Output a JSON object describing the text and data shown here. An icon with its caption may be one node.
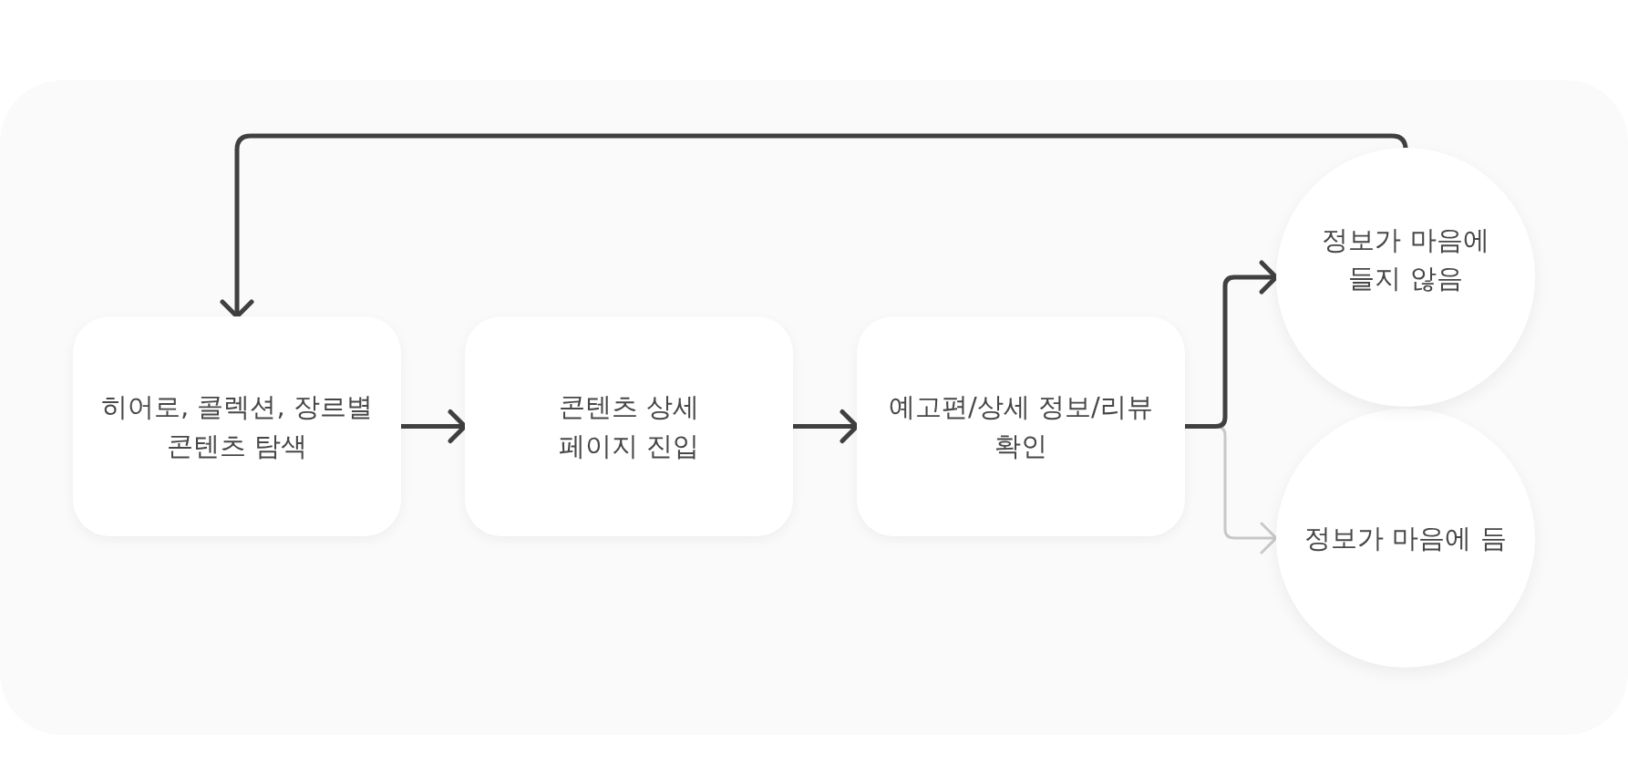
{
  "diagram": {
    "nodes": [
      {
        "text": [
          "히어로, 콜렉션, 장르별 콘텐츠 탐색"
        ]
      },
      {
        "text": [
          "콘텐츠 상세 페이지 진입"
        ]
      },
      {
        "text": [
          "예고편/상세 정보/리뷰 확인"
        ]
      },
      {
        "text": [
          "정보가 마음에 들지 않음"
        ]
      },
      {
        "text": [
          "정보가 마음에 듬"
        ]
      }
    ],
    "edges": [
      {
        "from": 0,
        "to": 1,
        "arrow": "to"
      },
      {
        "from": 1,
        "to": 2,
        "arrow": "to"
      },
      {
        "from": 2,
        "to": 3,
        "arrow": "to"
      },
      {
        "from": 2,
        "to": 4,
        "arrow": "to",
        "color": "#c8c8c8"
      },
      {
        "from": 3,
        "to": 0,
        "arrow": "to"
      }
    ]
  }
}
